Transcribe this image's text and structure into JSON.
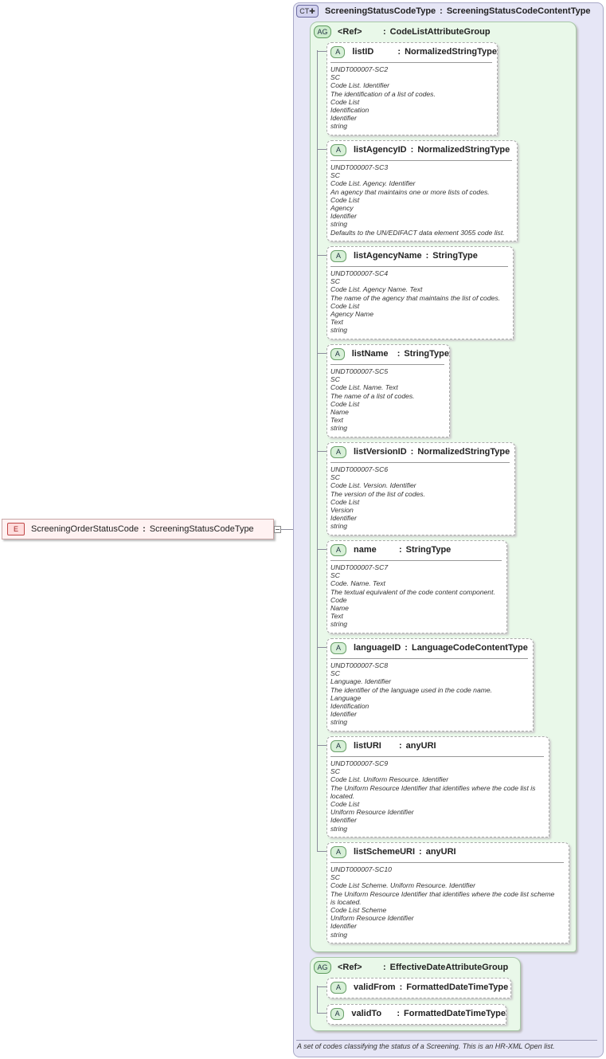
{
  "element": {
    "badge": "E",
    "name": "ScreeningOrderStatusCode",
    "type": "ScreeningStatusCodeType"
  },
  "complex_type": {
    "badge": "CT",
    "name": "ScreeningStatusCodeType",
    "base": "ScreeningStatusCodeContentType",
    "documentation": "A set of codes classifying the status of a Screening. This is an HR-XML Open list."
  },
  "groups": [
    {
      "badge": "AG",
      "name": "<Ref>",
      "type": "CodeListAttributeGroup",
      "attributes": [
        {
          "badge": "A",
          "name": "listID",
          "type": "NormalizedStringType",
          "doc": [
            "UNDT000007-SC2",
            "SC",
            "Code List. Identifier",
            "The identification of a list of codes.",
            "Code List",
            "Identification",
            "Identifier",
            "string"
          ]
        },
        {
          "badge": "A",
          "name": "listAgencyID",
          "type": "NormalizedStringType",
          "doc": [
            "UNDT000007-SC3",
            "SC",
            "Code List. Agency. Identifier",
            "An agency that maintains one or more lists of codes.",
            "Code List",
            "Agency",
            "Identifier",
            "string",
            "Defaults to the UN/EDIFACT data element 3055 code list."
          ]
        },
        {
          "badge": "A",
          "name": "listAgencyName",
          "type": "StringType",
          "doc": [
            "UNDT000007-SC4",
            "SC",
            "Code List. Agency Name. Text",
            "The name of the agency that maintains the list of codes.",
            "Code List",
            "Agency Name",
            "Text",
            "string"
          ]
        },
        {
          "badge": "A",
          "name": "listName",
          "type": "StringType",
          "doc": [
            "UNDT000007-SC5",
            "SC",
            "Code List. Name. Text",
            "The name of a list of codes.",
            "Code List",
            "Name",
            "Text",
            "string"
          ]
        },
        {
          "badge": "A",
          "name": "listVersionID",
          "type": "NormalizedStringType",
          "doc": [
            "UNDT000007-SC6",
            "SC",
            "Code List. Version. Identifier",
            "The version of the list of codes.",
            "Code List",
            "Version",
            "Identifier",
            "string"
          ]
        },
        {
          "badge": "A",
          "name": "name",
          "type": "StringType",
          "doc": [
            "UNDT000007-SC7",
            "SC",
            "Code. Name. Text",
            "The textual equivalent of the code content component.",
            "Code",
            "Name",
            "Text",
            "string"
          ]
        },
        {
          "badge": "A",
          "name": "languageID",
          "type": "LanguageCodeContentType",
          "doc": [
            "UNDT000007-SC8",
            "SC",
            "Language. Identifier",
            "The identifier of the language used in the code name.",
            "Language",
            "Identification",
            "Identifier",
            "string"
          ]
        },
        {
          "badge": "A",
          "name": "listURI",
          "type": "anyURI",
          "doc": [
            "UNDT000007-SC9",
            "SC",
            "Code List. Uniform Resource. Identifier",
            "The Uniform Resource Identifier that identifies where the code list is",
            "located.",
            "Code List",
            "Uniform Resource Identifier",
            "Identifier",
            "string"
          ]
        },
        {
          "badge": "A",
          "name": "listSchemeURI",
          "type": "anyURI",
          "doc": [
            "UNDT000007-SC10",
            "SC",
            "Code List Scheme. Uniform Resource. Identifier",
            "The Uniform Resource Identifier that identifies where the code list scheme",
            "is located.",
            "Code List Scheme",
            "Uniform Resource Identifier",
            "Identifier",
            "string"
          ]
        }
      ]
    },
    {
      "badge": "AG",
      "name": "<Ref>",
      "type": "EffectiveDateAttributeGroup",
      "attributes": [
        {
          "badge": "A",
          "name": "validFrom",
          "type": "FormattedDateTimeType",
          "doc": []
        },
        {
          "badge": "A",
          "name": "validTo",
          "type": "FormattedDateTimeType",
          "doc": []
        }
      ]
    }
  ]
}
